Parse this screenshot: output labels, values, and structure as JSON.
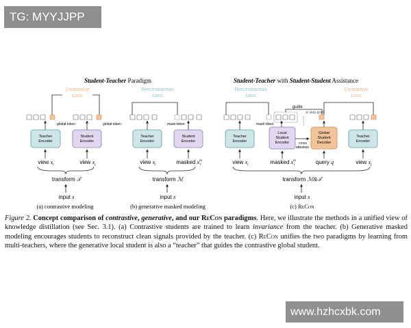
{
  "watermarks": {
    "top": "TG: MYYJJPP",
    "bottom": "www.hzhcxbk.com"
  },
  "colors": {
    "teal": "#cfe6e9",
    "teal_stroke": "#5c9ba3",
    "lavender": "#dfd8ef",
    "lavender_stroke": "#8a7bb4",
    "orange": "#f3c39a",
    "orange_stroke": "#c98a55",
    "loss_orange": "#f0b585",
    "loss_teal": "#8cc4cf"
  },
  "panels": {
    "a": {
      "loss": [
        "Contrastive",
        "Loss"
      ],
      "teacher": [
        "Teacher",
        "Encoder"
      ],
      "student": [
        "Student",
        "Encoder"
      ],
      "global_token_1": "global token",
      "global_token_2": "global token",
      "view_i": "view",
      "view_i_var": "x",
      "view_i_sub": "i",
      "view_j": "view",
      "view_j_var": "x",
      "view_j_sub": "j",
      "transform": "transform",
      "transform_var": "𝒯",
      "input": "input",
      "input_var": "x",
      "label": "(a) contrastive modeling"
    },
    "b": {
      "loss": [
        "Reconstruction",
        "Loss"
      ],
      "teacher": [
        "Teacher",
        "Encoder"
      ],
      "student": [
        "Student",
        "Encoder"
      ],
      "mask_token": "mask token",
      "view_i": "view",
      "view_i_var": "x",
      "view_i_sub": "i",
      "masked": "masked",
      "masked_var": "x",
      "masked_sub": "i",
      "masked_sup": "m",
      "transform": "transform",
      "transform_var": "ℳ",
      "input": "input",
      "input_var": "x",
      "label": "(b) generative masked modeling"
    },
    "c": {
      "recon_loss": [
        "Reconstruction",
        "Loss"
      ],
      "contrastive_loss": [
        "Contrastive",
        "Loss"
      ],
      "teacher_1": [
        "Teacher",
        "Encoder"
      ],
      "local_student": [
        "Local",
        "Student",
        "Encoder"
      ],
      "global_decoder": [
        "Global",
        "Student",
        "Decoder"
      ],
      "teacher_2": [
        "Teacher",
        "Encoder"
      ],
      "mask_token": "mask token",
      "guide": "guide",
      "stop_grad": "stop-grad",
      "cross_attention": [
        "cross",
        "attention"
      ],
      "view_i": "view",
      "view_i_var": "x",
      "view_i_sub": "i",
      "masked": "masked",
      "masked_var": "x",
      "masked_sub": "i",
      "masked_sup": "m",
      "query": "query",
      "query_var": "q",
      "view_j": "view",
      "view_j_var": "x",
      "view_j_sub": "j",
      "transform": "transform",
      "transform_var": "ℳ&𝒯",
      "input": "input",
      "input_var": "x",
      "label_prefix": "(c) ",
      "label_name": "ReCon"
    }
  },
  "titles": {
    "left_a": "Student-Teacher",
    "left_b": " Paradigm",
    "right_a": "Student-Teacher",
    "right_b": " with ",
    "right_c": "Student-Student",
    "right_d": " Assistance"
  },
  "caption": {
    "fig": "Figure 2.",
    "bold1": " Concept comparison of ",
    "w1": "contrastive",
    "c1": ", ",
    "w2": "generative",
    "c2": ", and our ",
    "recon1": "ReCon",
    "bold2": " paradigms",
    "t1": ". Here, we illustrate the methods in a unified view of knowledge distillation (see Sec. 3.1). (a) Contrastive students are trained to learn ",
    "inv": "invariance",
    "t2": " from the teacher. (b) Generative masked modeling encourages students to reconstruct clean signals provided by the teacher. (c) ",
    "recon2": "ReCon",
    "t3": " unifies the two paradigms by learning from multi-teachers, where the generative local student is also a “teacher” that guides the contrastive global student."
  }
}
